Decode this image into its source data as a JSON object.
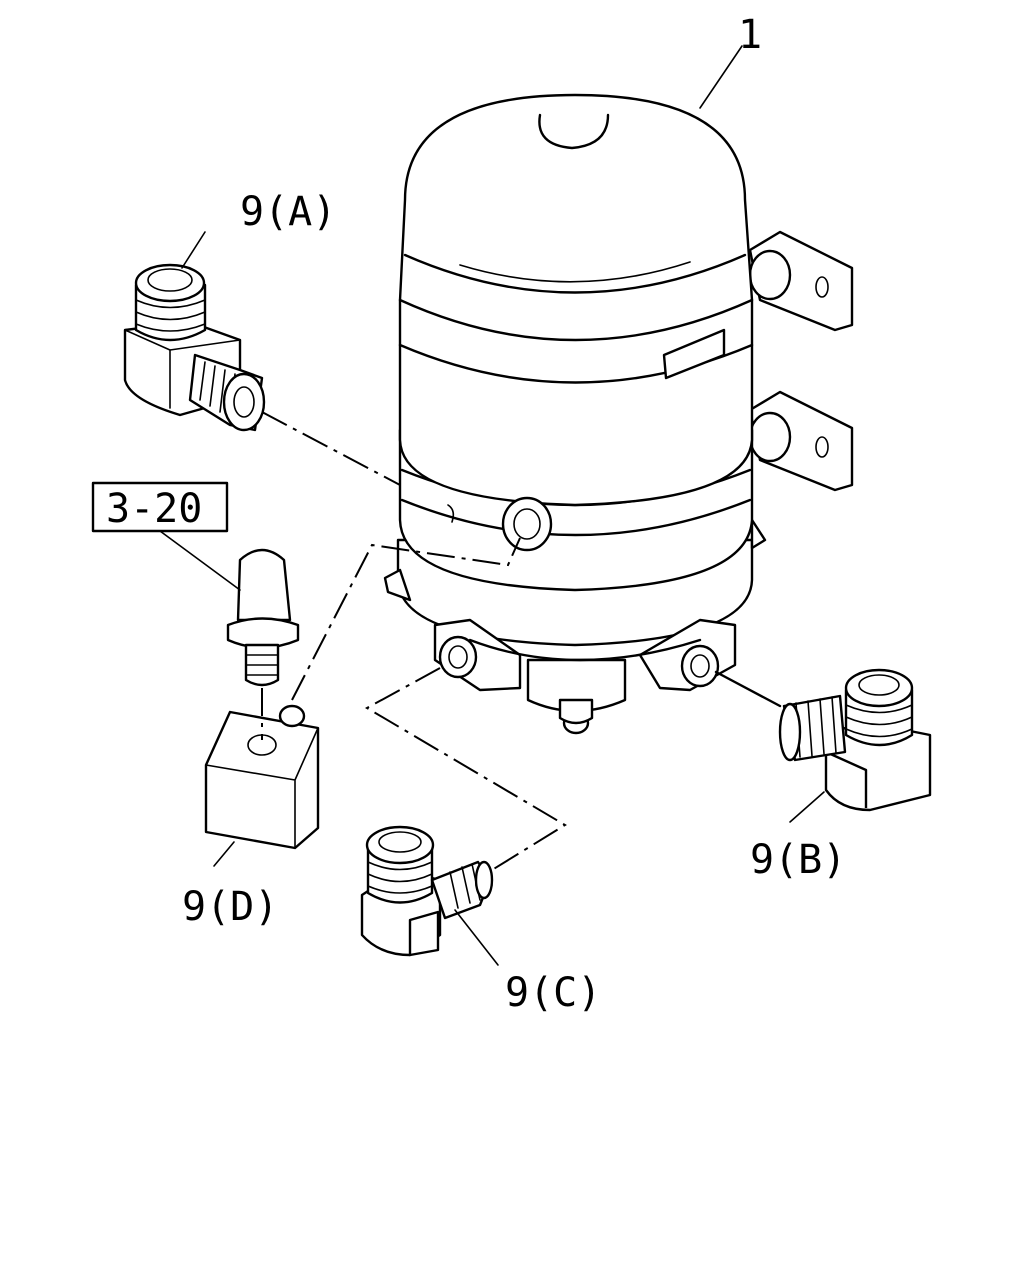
{
  "diagram": {
    "callouts": {
      "main_part": "1",
      "ref_box": "3-20",
      "fitting_a": "9(A)",
      "fitting_b": "9(B)",
      "fitting_c": "9(C)",
      "fitting_d": "9(D)"
    }
  }
}
